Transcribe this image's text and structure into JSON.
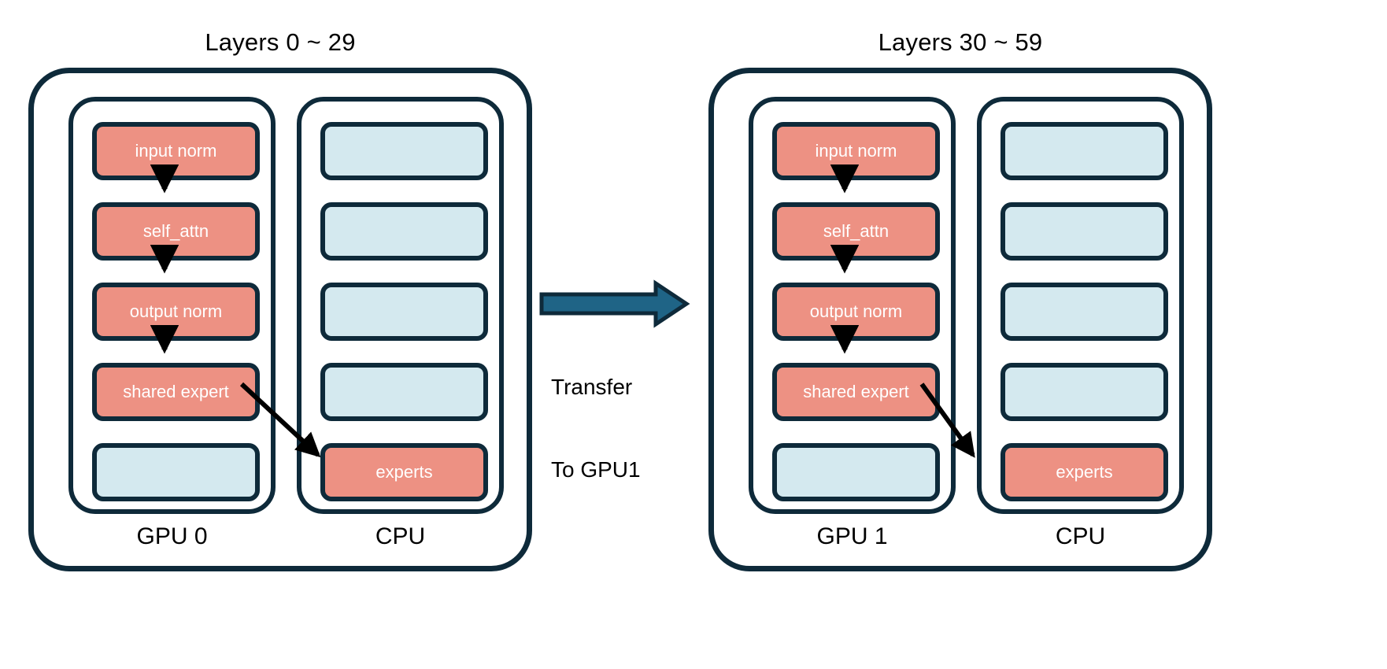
{
  "diagram": {
    "type": "architecture-diagram",
    "background_color": "#ffffff",
    "colors": {
      "outline": "#0e2a3a",
      "active_block": "#ed9183",
      "idle_block": "#d4e9ef",
      "active_text": "#ffffff",
      "transfer_arrow": "#1f6486",
      "label_text": "#000000"
    },
    "panels": [
      {
        "id": "panel-left",
        "title": "Layers 0 ~ 29",
        "columns": [
          {
            "id": "gpu0",
            "label": "GPU 0",
            "blocks": [
              {
                "label": "input norm",
                "state": "active"
              },
              {
                "label": "self_attn",
                "state": "active"
              },
              {
                "label": "output norm",
                "state": "active"
              },
              {
                "label": "shared expert",
                "state": "active"
              },
              {
                "label": "",
                "state": "idle"
              }
            ]
          },
          {
            "id": "cpu0",
            "label": "CPU",
            "blocks": [
              {
                "label": "",
                "state": "idle"
              },
              {
                "label": "",
                "state": "idle"
              },
              {
                "label": "",
                "state": "idle"
              },
              {
                "label": "",
                "state": "idle"
              },
              {
                "label": "experts",
                "state": "active"
              }
            ]
          }
        ]
      },
      {
        "id": "panel-right",
        "title": "Layers 30 ~ 59",
        "columns": [
          {
            "id": "gpu1",
            "label": "GPU 1",
            "blocks": [
              {
                "label": "input norm",
                "state": "active"
              },
              {
                "label": "self_attn",
                "state": "active"
              },
              {
                "label": "output norm",
                "state": "active"
              },
              {
                "label": "shared expert",
                "state": "active"
              },
              {
                "label": "",
                "state": "idle"
              }
            ]
          },
          {
            "id": "cpu1",
            "label": "CPU",
            "blocks": [
              {
                "label": "",
                "state": "idle"
              },
              {
                "label": "",
                "state": "idle"
              },
              {
                "label": "",
                "state": "idle"
              },
              {
                "label": "",
                "state": "idle"
              },
              {
                "label": "experts",
                "state": "active"
              }
            ]
          }
        ]
      }
    ],
    "transfer": {
      "label_line1": "Transfer",
      "label_line2": "To GPU1",
      "direction": "left-to-right",
      "from": "panel-left",
      "to": "panel-right"
    }
  }
}
